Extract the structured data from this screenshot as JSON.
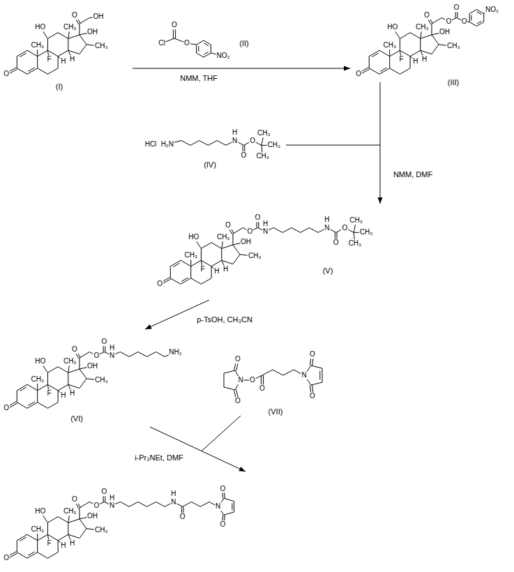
{
  "diagram": {
    "labels": [
      "O",
      "HO",
      "CH₃",
      "F",
      "H",
      "H",
      "CH₃",
      "O",
      "OH",
      "CH₃",
      "OH",
      "(I)",
      "Cl",
      "O",
      "O",
      "NO₂",
      "(II)",
      "NMM, THF",
      "O",
      "HO",
      "CH₃",
      "F",
      "H",
      "H",
      "CH₃",
      "O",
      "OH",
      "CH₃",
      "O",
      "O",
      "O",
      "NO₂",
      "(III)",
      "HCl",
      "H₂N",
      "H",
      "N",
      "O",
      "O",
      "CH₃",
      "CH₃",
      "CH₃",
      "(IV)",
      "NMM, DMF",
      "O",
      "HO",
      "CH₃",
      "F",
      "H",
      "H",
      "CH₃",
      "O",
      "OH",
      "CH₃",
      "O",
      "O",
      "H",
      "N",
      "H",
      "N",
      "O",
      "O",
      "CH₃",
      "CH₃",
      "CH₃",
      "(V)",
      "p-TsOH, CH₃CN",
      "O",
      "HO",
      "CH₃",
      "F",
      "H",
      "H",
      "CH₃",
      "O",
      "OH",
      "CH₃",
      "O",
      "O",
      "H",
      "N",
      "NH₂",
      "(VI)",
      "O",
      "O",
      "N",
      "O",
      "O",
      "N",
      "O",
      "O",
      "(VII)",
      "i-Pr₂NEt, DMF",
      "O",
      "HO",
      "CH₃",
      "F",
      "H",
      "H",
      "CH₃",
      "O",
      "OH",
      "CH₃",
      "O",
      "O",
      "H",
      "N",
      "H",
      "N",
      "O",
      "N",
      "O",
      "O"
    ]
  }
}
